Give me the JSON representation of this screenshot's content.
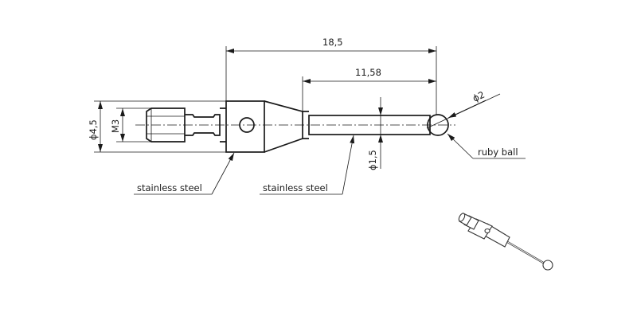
{
  "dimensions": {
    "overall_length": "18,5",
    "stem_length": "11,58",
    "ball_diameter": "ϕ2",
    "stem_diameter": "ϕ1,5",
    "body_diameter": "ϕ4,5",
    "thread": "M3"
  },
  "callouts": {
    "ruby_ball": "ruby ball",
    "stainless_steel_body": "stainless steel",
    "stainless_steel_stem": "stainless steel"
  },
  "colors": {
    "line": "#1a1a1a",
    "background": "#ffffff",
    "iso_stroke": "#333333"
  }
}
